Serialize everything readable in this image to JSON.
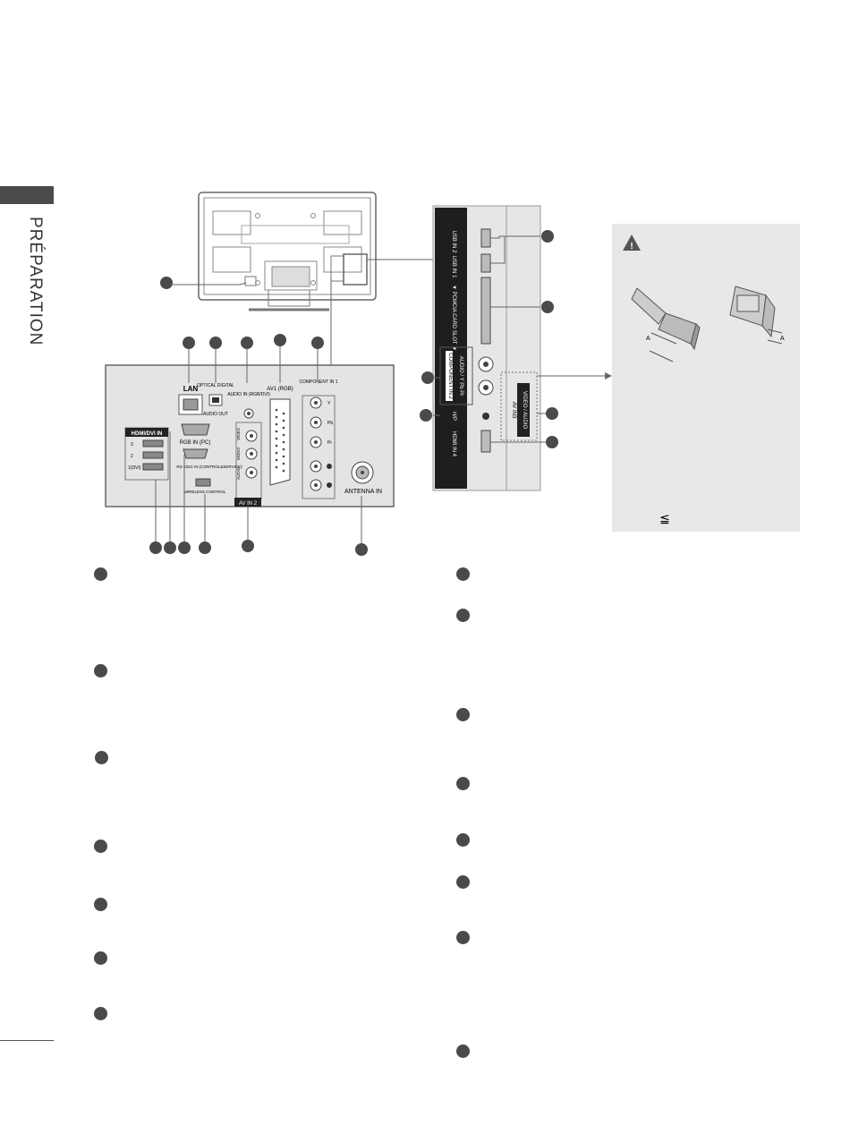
{
  "section_title": "PRÉPARATION",
  "panel_labels": {
    "lan": "LAN",
    "optical": "OPTICAL DIGITAL",
    "audio_out": "AUDIO OUT",
    "audio_in": "AUDIO IN (RGB/DVI)",
    "av1": "AV1 (RGB)",
    "component_in": "COMPONENT IN 1",
    "hdmi_dvi_in": "HDMI/DVI IN",
    "hdmi_3": "3",
    "hdmi_2": "2",
    "hdmi_1": "1(DVI)",
    "rgb_in": "RGB IN (PC)",
    "rs232c": "RS-232C IN (CONTROL&SERVICE)",
    "wireless": "WIRELESS CONTROL",
    "av_in2": "AV IN 2",
    "antenna_in": "ANTENNA IN",
    "usb_in2": "USB IN 2",
    "usb_in1": "USB IN 1",
    "pcmcia": "▼ PCMCIA CARD SLOT ▼",
    "component_in2": "COMPONENT IN 2",
    "audio_y_pb_pr": "AUDIO / Y Pb Pr",
    "hp": "H/P",
    "hdmi_in4": "HDMI IN 4",
    "av_in3": "AV IN3",
    "video_audio": "VIDEO / AUDIO",
    "video": "VIDEO",
    "mono": "MONO",
    "audio": "AUDIO",
    "l": "L",
    "r": "R",
    "y": "Y",
    "pb": "Pb",
    "pr": "Pr"
  },
  "warning_note": {
    "symbol": "≦",
    "dim_label": "A"
  }
}
